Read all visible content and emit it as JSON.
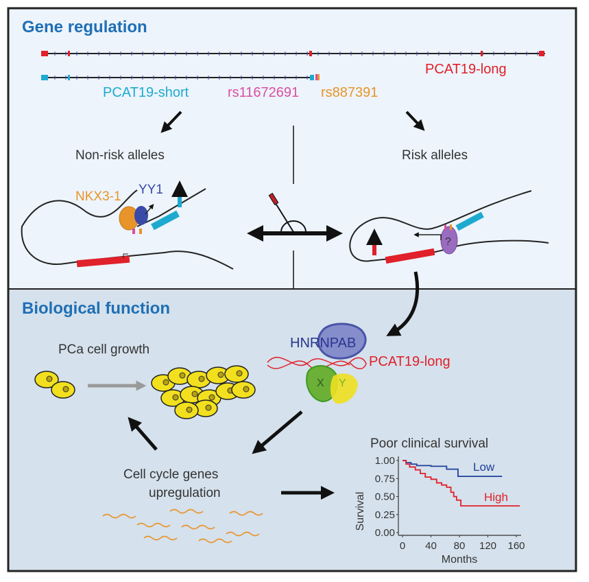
{
  "colors": {
    "section_title": "#1f6fb5",
    "top_panel_bg": "#edf4fb",
    "bottom_panel_bg": "#d5e1ec",
    "pcat19_long": "#e0202a",
    "pcat19_short": "#1eaad0",
    "rs11672691": "#d94fa0",
    "rs887391": "#e8942a",
    "nkx3_1": "#e8942a",
    "yy1": "#3a4aa8",
    "hnrnpab": "#2a3590",
    "cells": "#f2e01e",
    "low": "#1f3f9a",
    "high": "#e0202a"
  },
  "gene_regulation": {
    "title": "Gene regulation",
    "pcat19_long_label": "PCAT19-long",
    "pcat19_short_label": "PCAT19-short",
    "snp1_label": "rs11672691",
    "snp2_label": "rs887391",
    "non_risk_label": "Non-risk alleles",
    "risk_label": "Risk alleles",
    "nkx3_1_label": "NKX3-1",
    "yy1_label": "YY1",
    "unknown_factor_label": "?"
  },
  "biological_function": {
    "title": "Biological function",
    "hnrnpab_label": "HNRNPAB",
    "pcat19_long_label": "PCAT19-long",
    "x_label": "X",
    "y_label": "Y",
    "growth_label": "PCa cell growth",
    "cell_cycle_line1": "Cell cycle genes",
    "cell_cycle_line2": "upregulation"
  },
  "chart_data": {
    "type": "line",
    "title": "Poor clinical survival",
    "xlabel": "Months",
    "ylabel": "Survival",
    "xlim": [
      0,
      160
    ],
    "ylim": [
      0,
      1
    ],
    "xticks": [
      "0",
      "40",
      "80",
      "120",
      "160"
    ],
    "yticks": [
      "1.00",
      "0.75",
      "0.50",
      "0.25",
      "0.00"
    ],
    "step": true,
    "series": [
      {
        "name": "Low",
        "color": "#1f3f9a",
        "x": [
          0,
          5,
          12,
          20,
          40,
          60,
          62,
          78,
          140
        ],
        "y": [
          1.0,
          0.97,
          0.95,
          0.93,
          0.92,
          0.92,
          0.88,
          0.78,
          0.78
        ]
      },
      {
        "name": "High",
        "color": "#e0202a",
        "x": [
          0,
          5,
          10,
          18,
          25,
          32,
          40,
          48,
          55,
          62,
          68,
          72,
          76,
          82,
          165
        ],
        "y": [
          1.0,
          0.95,
          0.91,
          0.87,
          0.82,
          0.77,
          0.74,
          0.69,
          0.66,
          0.63,
          0.56,
          0.5,
          0.45,
          0.37,
          0.37
        ]
      }
    ]
  }
}
